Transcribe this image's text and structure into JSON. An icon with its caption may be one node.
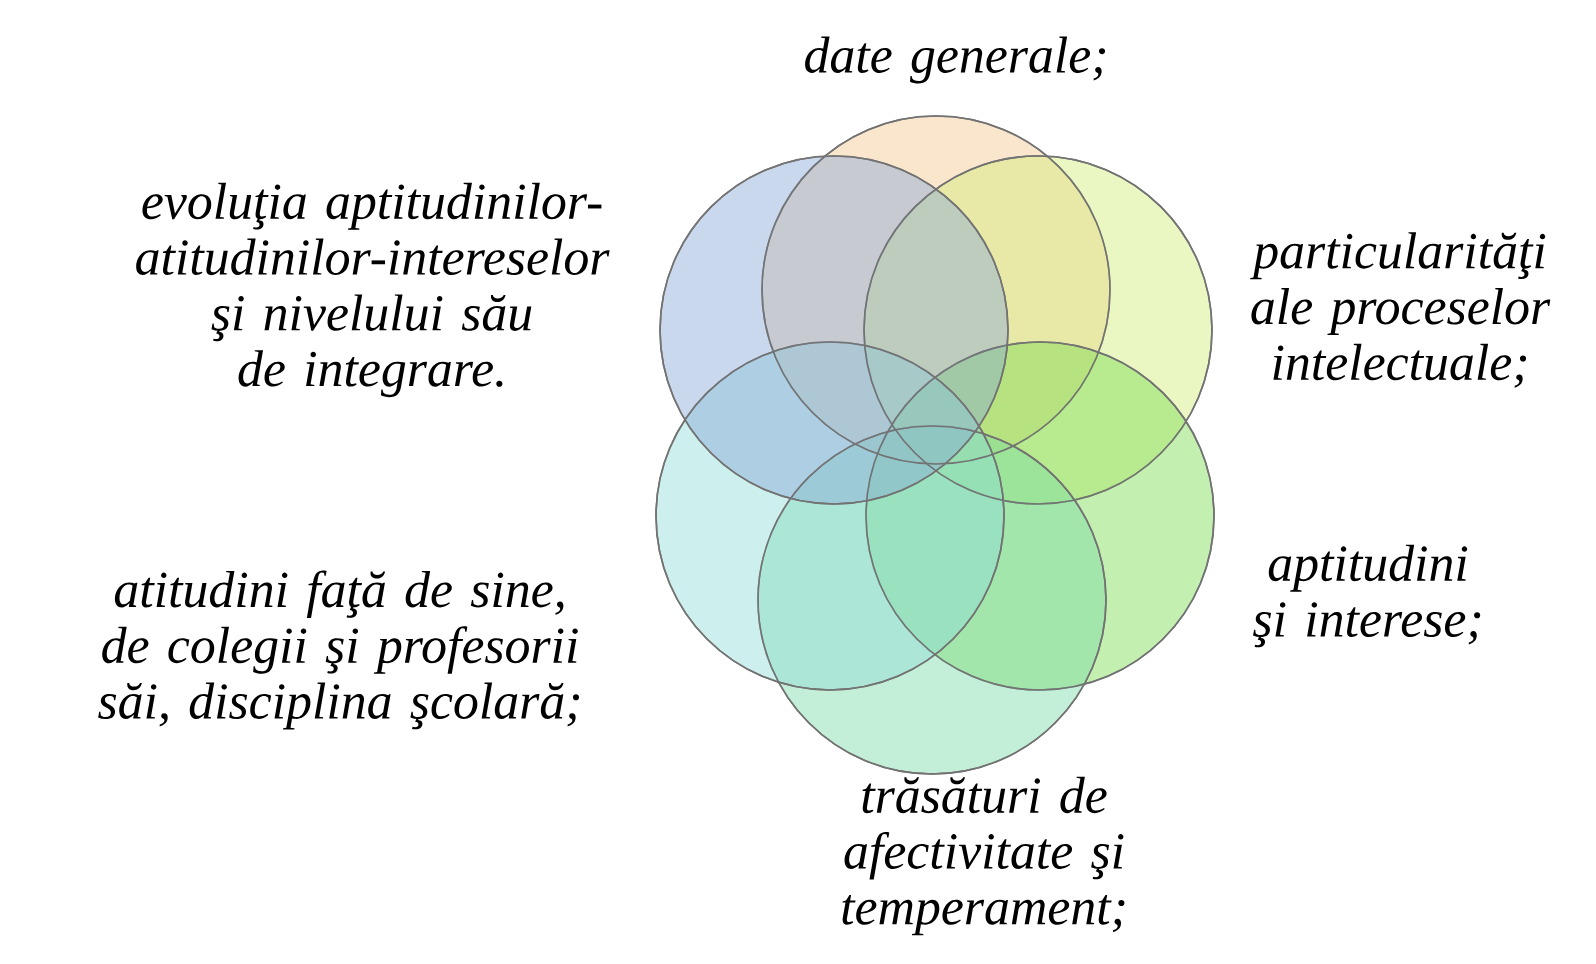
{
  "diagram": {
    "nodes": [
      {
        "text": [],
        "shape": "circle",
        "beside": [
          "date generale;"
        ]
      },
      {
        "text": [],
        "shape": "circle",
        "beside": [
          "particularităţi ale proceselor intelectuale;"
        ]
      },
      {
        "text": [],
        "shape": "circle",
        "beside": [
          "aptitudini şi interese;"
        ]
      },
      {
        "text": [],
        "shape": "circle",
        "beside": [
          "trăsături de afectivitate şi temperament;"
        ]
      },
      {
        "text": [],
        "shape": "circle",
        "beside": [
          "atitudini faţă de sine, de colegii şi profesorii săi, disciplina şcolară;"
        ]
      },
      {
        "text": [],
        "shape": "circle",
        "beside": [
          "evoluţia aptitudinilor-atitudinilor-intereselor şi nivelului său de integrare."
        ]
      }
    ]
  }
}
